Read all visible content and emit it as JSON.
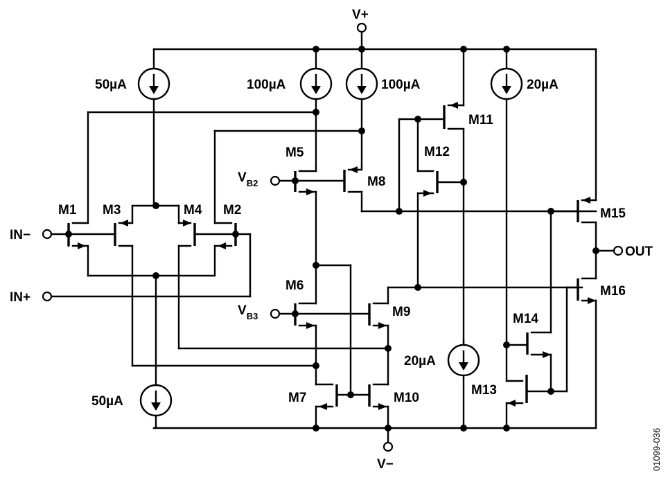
{
  "supplies": {
    "positive": "V+",
    "negative": "V−"
  },
  "inputs": {
    "inverting": "IN−",
    "noninverting": "IN+"
  },
  "output": "OUT",
  "bias": {
    "vb2_main": "V",
    "vb2_sub": "B2",
    "vb3_main": "V",
    "vb3_sub": "B3"
  },
  "current_sources": {
    "top_left": "50µA",
    "top_mid1": "100µA",
    "top_mid2": "100µA",
    "top_right": "20µA",
    "mid_right": "20µA",
    "bottom_left": "50µA"
  },
  "transistors": {
    "m1": "M1",
    "m2": "M2",
    "m3": "M3",
    "m4": "M4",
    "m5": "M5",
    "m6": "M6",
    "m7": "M7",
    "m8": "M8",
    "m9": "M9",
    "m10": "M10",
    "m11": "M11",
    "m12": "M12",
    "m13": "M13",
    "m14": "M14",
    "m15": "M15",
    "m16": "M16"
  },
  "figure_id": "01099-036"
}
